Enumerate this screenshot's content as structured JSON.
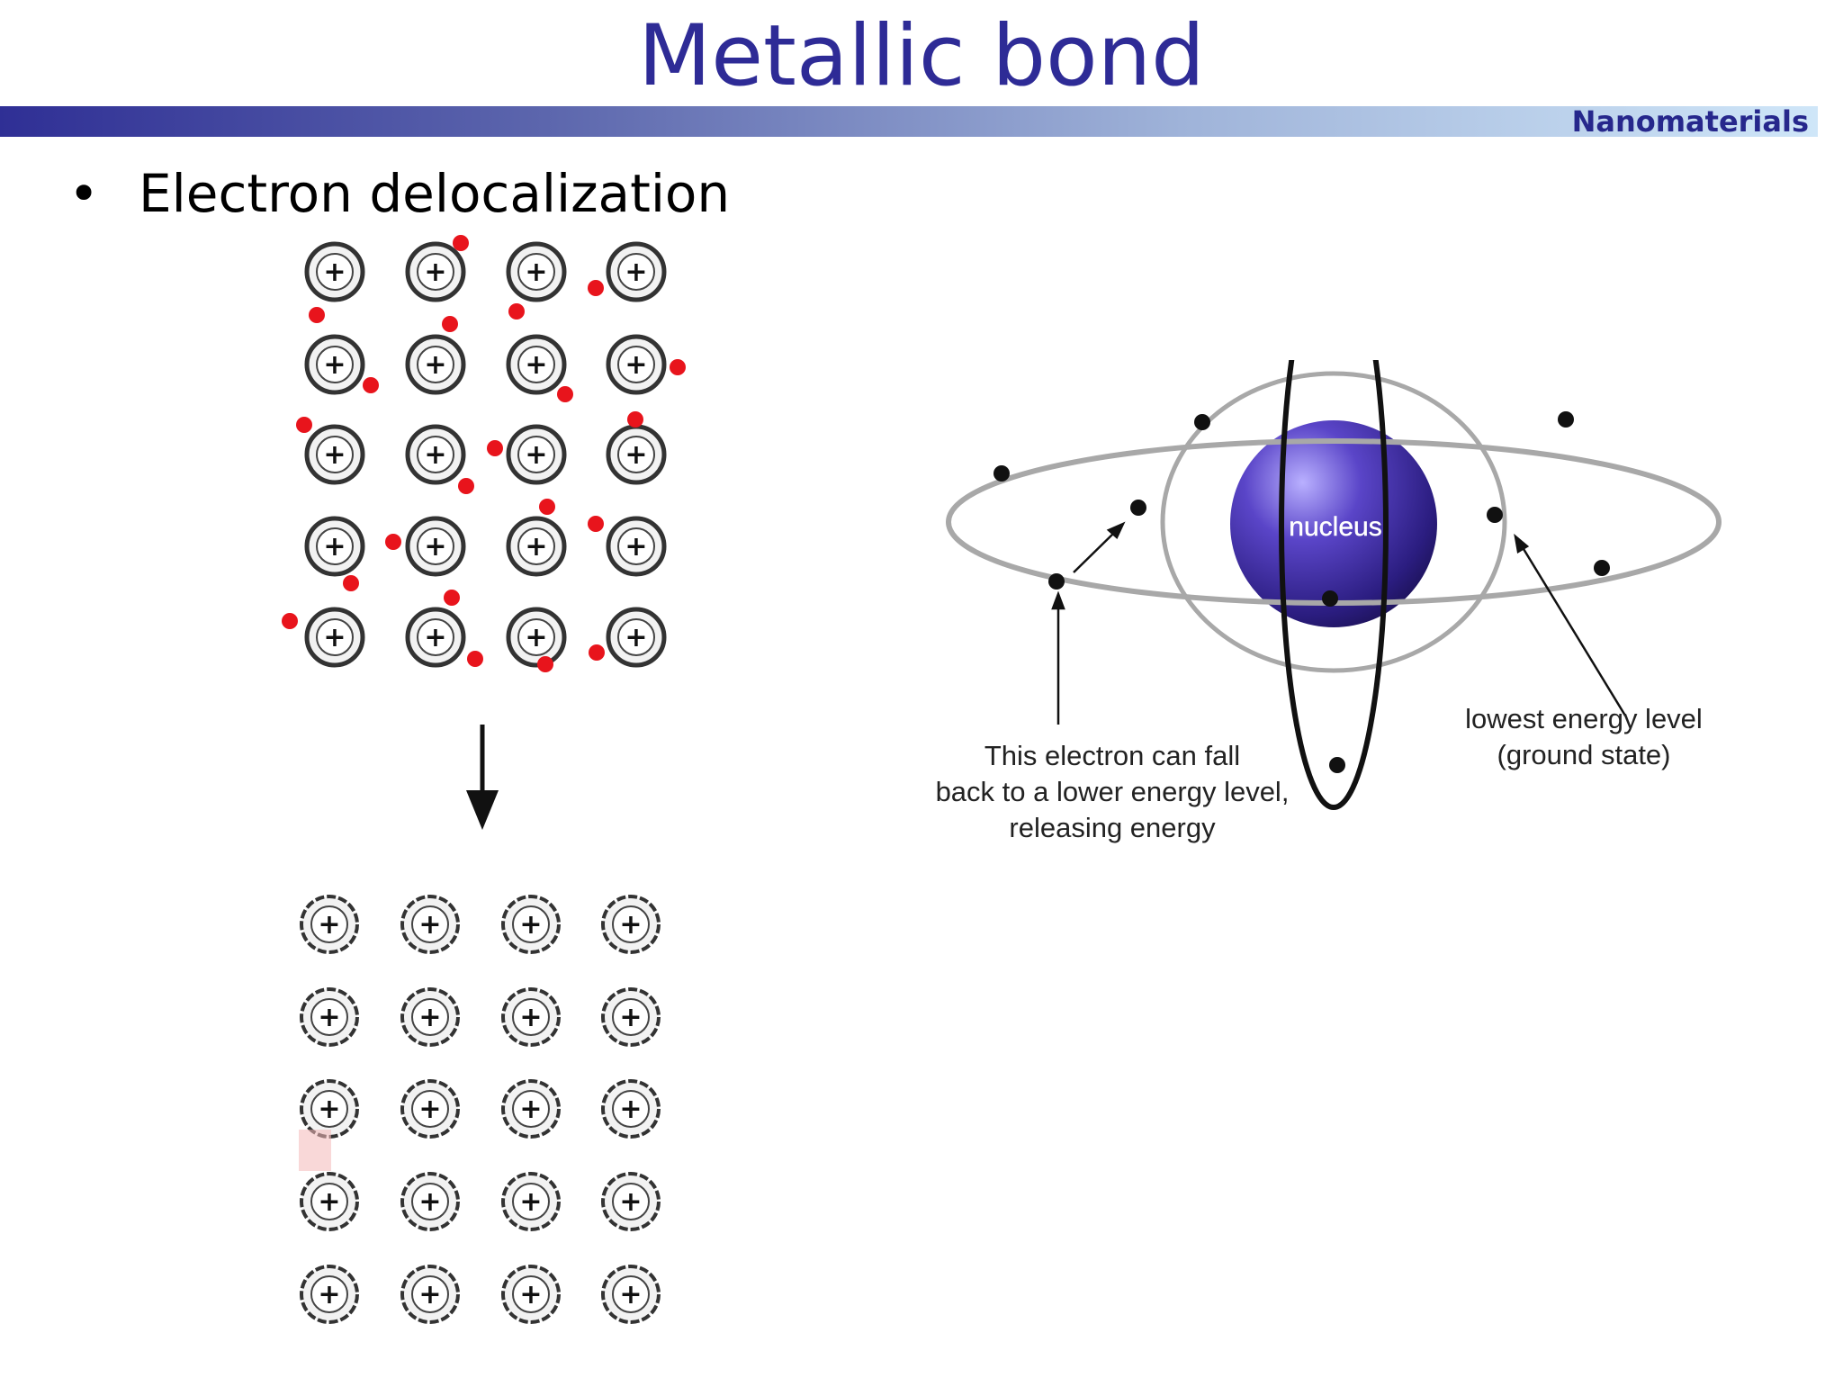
{
  "header": {
    "title": "Metallic bond",
    "band_label": "Nanomaterials"
  },
  "bullet": {
    "symbol": "•",
    "text": "Electron delocalization"
  },
  "lattice": {
    "ion_symbol": "+",
    "rows": 5,
    "cols": 4,
    "electron_color": "#e8141c"
  },
  "atom_diagram": {
    "nucleus_label": "nucleus",
    "callout_fall": [
      "This electron can fall",
      "back to a lower energy level,",
      "releasing energy"
    ],
    "callout_ground": [
      "lowest energy level",
      "(ground state)"
    ],
    "nucleus_color": "#3b2a9c"
  }
}
